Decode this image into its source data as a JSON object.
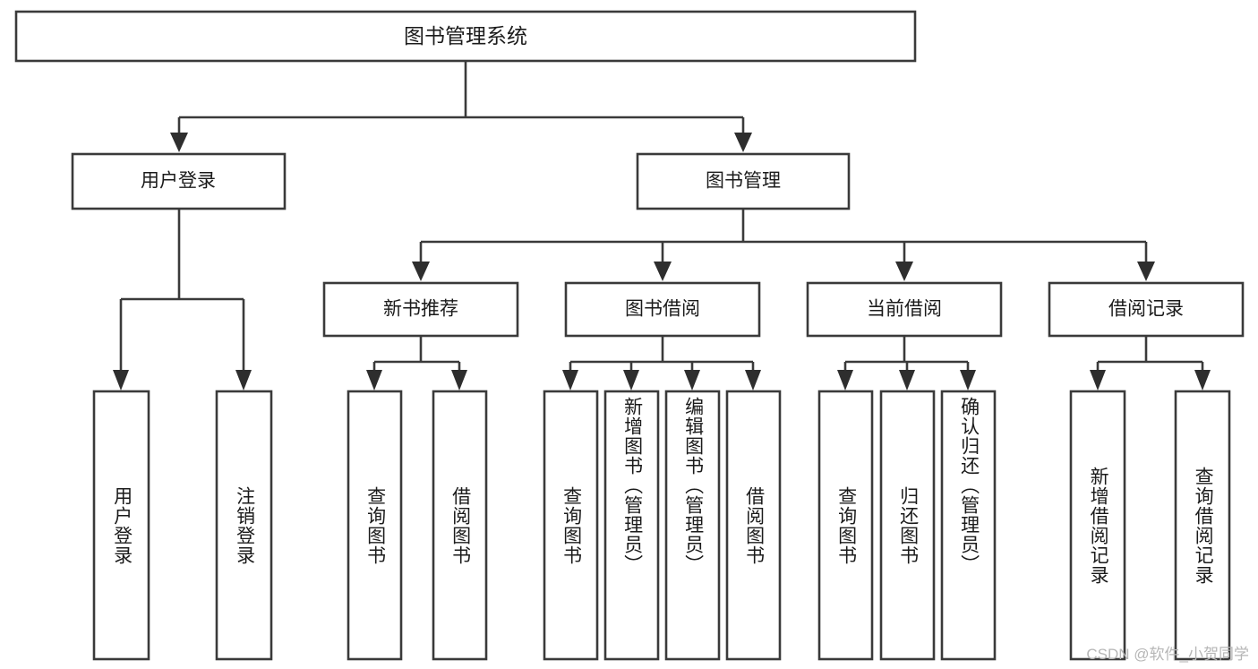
{
  "diagram": {
    "type": "tree",
    "title": "图书管理系统",
    "watermark": "CSDN @软件_小贺同学",
    "colors": {
      "box_stroke": "#3a3a3a",
      "box_fill": "#ffffff",
      "connector": "#3a3a3a",
      "text": "#1b1b1b",
      "background": "#ffffff",
      "watermark": "#b6b6b6"
    },
    "root": {
      "id": "root",
      "label": "图书管理系统"
    },
    "level2": [
      {
        "id": "user-login",
        "label": "用户登录"
      },
      {
        "id": "book-manage",
        "label": "图书管理"
      }
    ],
    "level3": [
      {
        "id": "new-book-recommend",
        "label": "新书推荐",
        "parent": "book-manage"
      },
      {
        "id": "book-borrow",
        "label": "图书借阅",
        "parent": "book-manage"
      },
      {
        "id": "current-borrow",
        "label": "当前借阅",
        "parent": "book-manage"
      },
      {
        "id": "borrow-record",
        "label": "借阅记录",
        "parent": "book-manage"
      }
    ],
    "leaves": [
      {
        "id": "leaf-user-login",
        "label": "用户登录",
        "parent": "user-login"
      },
      {
        "id": "leaf-logout-login",
        "label": "注销登录",
        "parent": "user-login"
      },
      {
        "id": "leaf-query-book-1",
        "label": "查询图书",
        "parent": "new-book-recommend"
      },
      {
        "id": "leaf-borrow-book-1",
        "label": "借阅图书",
        "parent": "new-book-recommend"
      },
      {
        "id": "leaf-query-book-2",
        "label": "查询图书",
        "parent": "book-borrow"
      },
      {
        "id": "leaf-add-book",
        "label": "新增图书（管理员）",
        "parent": "book-borrow"
      },
      {
        "id": "leaf-edit-book",
        "label": "编辑图书（管理员）",
        "parent": "book-borrow"
      },
      {
        "id": "leaf-borrow-book-2",
        "label": "借阅图书",
        "parent": "book-borrow"
      },
      {
        "id": "leaf-query-book-3",
        "label": "查询图书",
        "parent": "current-borrow"
      },
      {
        "id": "leaf-return-book",
        "label": "归还图书",
        "parent": "current-borrow"
      },
      {
        "id": "leaf-confirm-return",
        "label": "确认归还（管理员）",
        "parent": "current-borrow"
      },
      {
        "id": "leaf-add-record",
        "label": "新增借阅记录",
        "parent": "borrow-record"
      },
      {
        "id": "leaf-query-record",
        "label": "查询借阅记录",
        "parent": "borrow-record"
      }
    ]
  }
}
